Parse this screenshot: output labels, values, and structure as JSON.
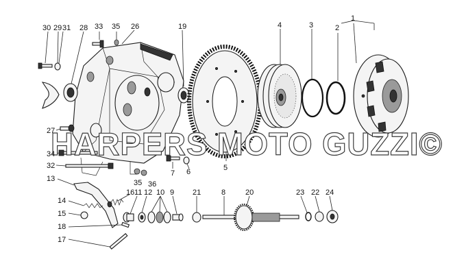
{
  "watermark": "HARPERS MOTO GUZZI©",
  "callouts": [
    "1",
    "2",
    "3",
    "4",
    "5",
    "6",
    "7",
    "8",
    "9",
    "10",
    "11",
    "12",
    "13",
    "14",
    "15",
    "16",
    "17",
    "18",
    "19",
    "20",
    "21",
    "22",
    "23",
    "24",
    "26",
    "27",
    "28",
    "29",
    "30",
    "31",
    "32",
    "33",
    "34",
    "35",
    "35",
    "36"
  ]
}
